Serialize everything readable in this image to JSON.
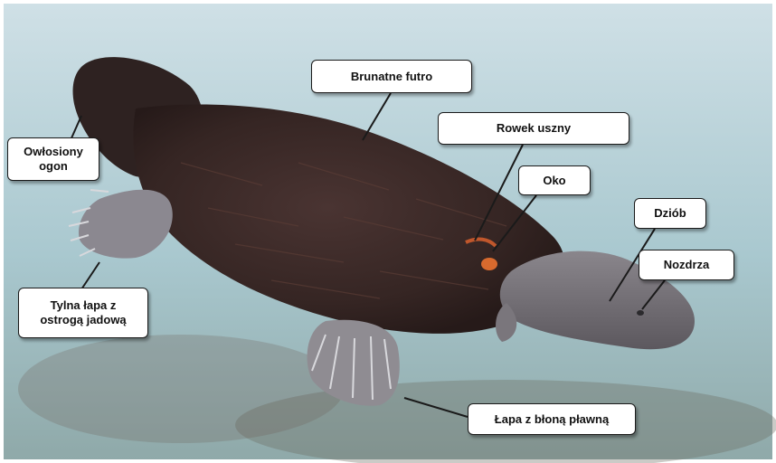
{
  "labels": {
    "brunatne_futro": "Brunatne futro",
    "rowek_uszny": "Rowek uszny",
    "oko": "Oko",
    "dziob": "Dziób",
    "nozdrza": "Nozdrza",
    "owlosiony_ogon": "Owłosiony ogon",
    "tylna_lapa": "Tylna łapa z ostrogą jadową",
    "lapa_z_blona": "Łapa z błoną pławną"
  },
  "colors": {
    "water": "#b9d3da",
    "fur": "#3a2a28",
    "bill": "#6e6a70",
    "label_border": "#1a1a1a"
  }
}
